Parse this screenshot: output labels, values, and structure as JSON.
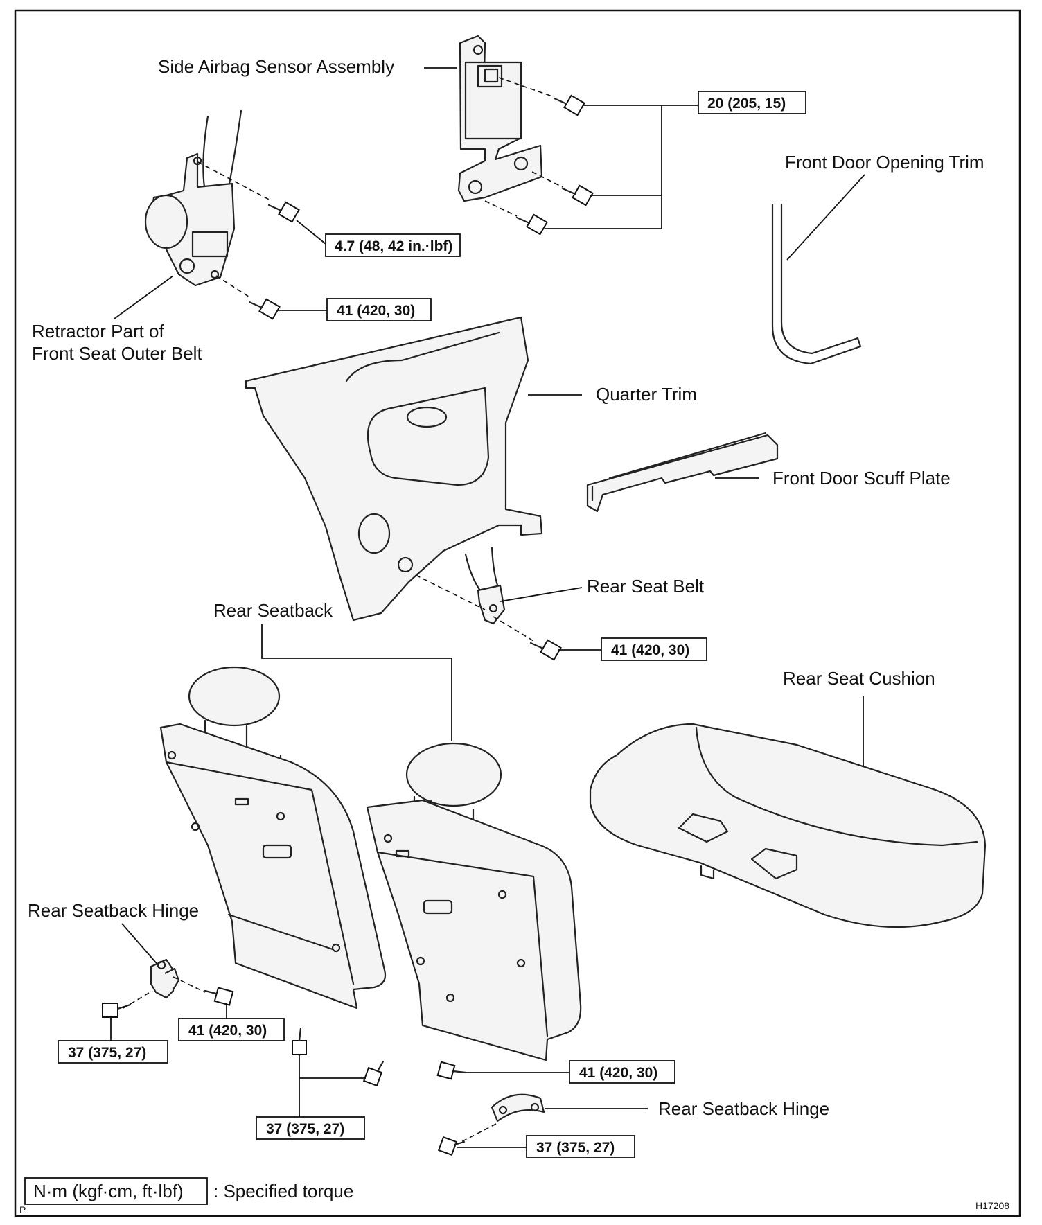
{
  "labels": {
    "side_airbag_sensor": "Side Airbag Sensor Assembly",
    "front_door_opening_trim": "Front Door Opening Trim",
    "retractor_line1": "Retractor Part of",
    "retractor_line2": "Front Seat Outer Belt",
    "quarter_trim": "Quarter Trim",
    "front_door_scuff_plate": "Front Door Scuff Plate",
    "rear_seat_belt": "Rear Seat Belt",
    "rear_seatback": "Rear Seatback",
    "rear_seat_cushion": "Rear Seat Cushion",
    "rear_seatback_hinge_left": "Rear Seatback Hinge",
    "rear_seatback_hinge_right": "Rear Seatback Hinge"
  },
  "torques": {
    "airbag_sensor": "20 (205, 15)",
    "retractor_upper": "4.7 (48, 42 in.·lbf)",
    "retractor_lower": "41 (420, 30)",
    "rear_seat_belt": "41 (420, 30)",
    "hinge_left_a": "41 (420, 30)",
    "hinge_left_b": "37 (375, 27)",
    "center_bolts": "37 (375, 27)",
    "hinge_right_a": "41 (420, 30)",
    "hinge_right_b": "37 (375, 27)"
  },
  "legend": {
    "unit": "N·m (kgf·cm, ft·lbf)",
    "description": ": Specified torque"
  },
  "footer": {
    "corner_mark": "P",
    "figure_id": "H17208"
  }
}
